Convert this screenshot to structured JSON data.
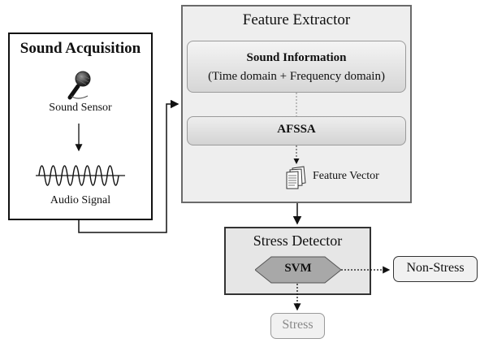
{
  "sound_acquisition": {
    "title": "Sound Acquisition",
    "sensor_label": "Sound Sensor",
    "signal_label": "Audio Signal",
    "sensor_icon": "microphone-icon",
    "signal_icon": "waveform-icon"
  },
  "feature_extractor": {
    "title": "Feature Extractor",
    "sound_info_title": "Sound Information",
    "sound_info_subtitle": "(Time domain + Frequency domain)",
    "afssa_label": "AFSSA",
    "feature_vector_label": "Feature Vector",
    "feature_vector_icon": "document-stack-icon"
  },
  "stress_detector": {
    "title": "Stress Detector",
    "svm_label": "SVM"
  },
  "outputs": {
    "non_stress": "Non-Stress",
    "stress": "Stress"
  },
  "colors": {
    "svm_fill": "#a8a8a8",
    "panel_fill": "#eeeeee",
    "stress_text": "#888888"
  }
}
